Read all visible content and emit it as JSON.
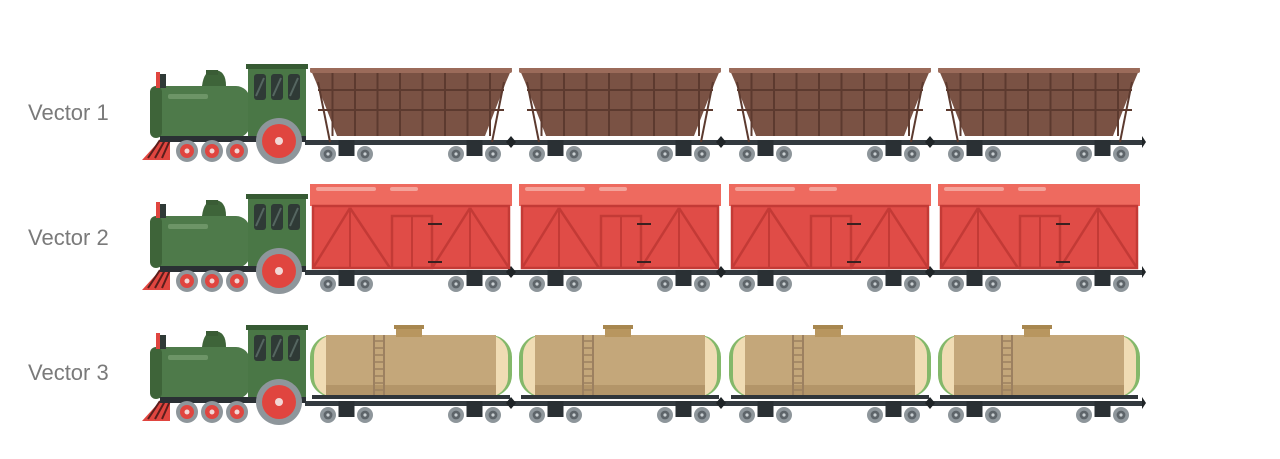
{
  "rows": [
    {
      "label": "Vector 1",
      "car_type": "hopper",
      "cars": 4
    },
    {
      "label": "Vector 2",
      "car_type": "boxcar",
      "cars": 4
    },
    {
      "label": "Vector 3",
      "car_type": "tank",
      "cars": 4
    }
  ],
  "colors": {
    "background": "#ffffff",
    "label": "#7a7a7a",
    "loco_body": "#4e7a4a",
    "loco_dark": "#3e6439",
    "loco_cab": "#4a7746",
    "loco_window": "#2f3a36",
    "red": "#e0453f",
    "wheel_rim": "#8e969b",
    "rail": "#333a3f",
    "hopper": "#7a5244",
    "hopper_dark": "#5c3a2f",
    "box": "#e04c47",
    "box_roof": "#ee6a5f",
    "box_line": "#c33a36",
    "tank": "#c4a77a",
    "tank_end": "#f0dcb4",
    "tank_green": "#84b86a",
    "tank_ladder": "#9c8060"
  }
}
